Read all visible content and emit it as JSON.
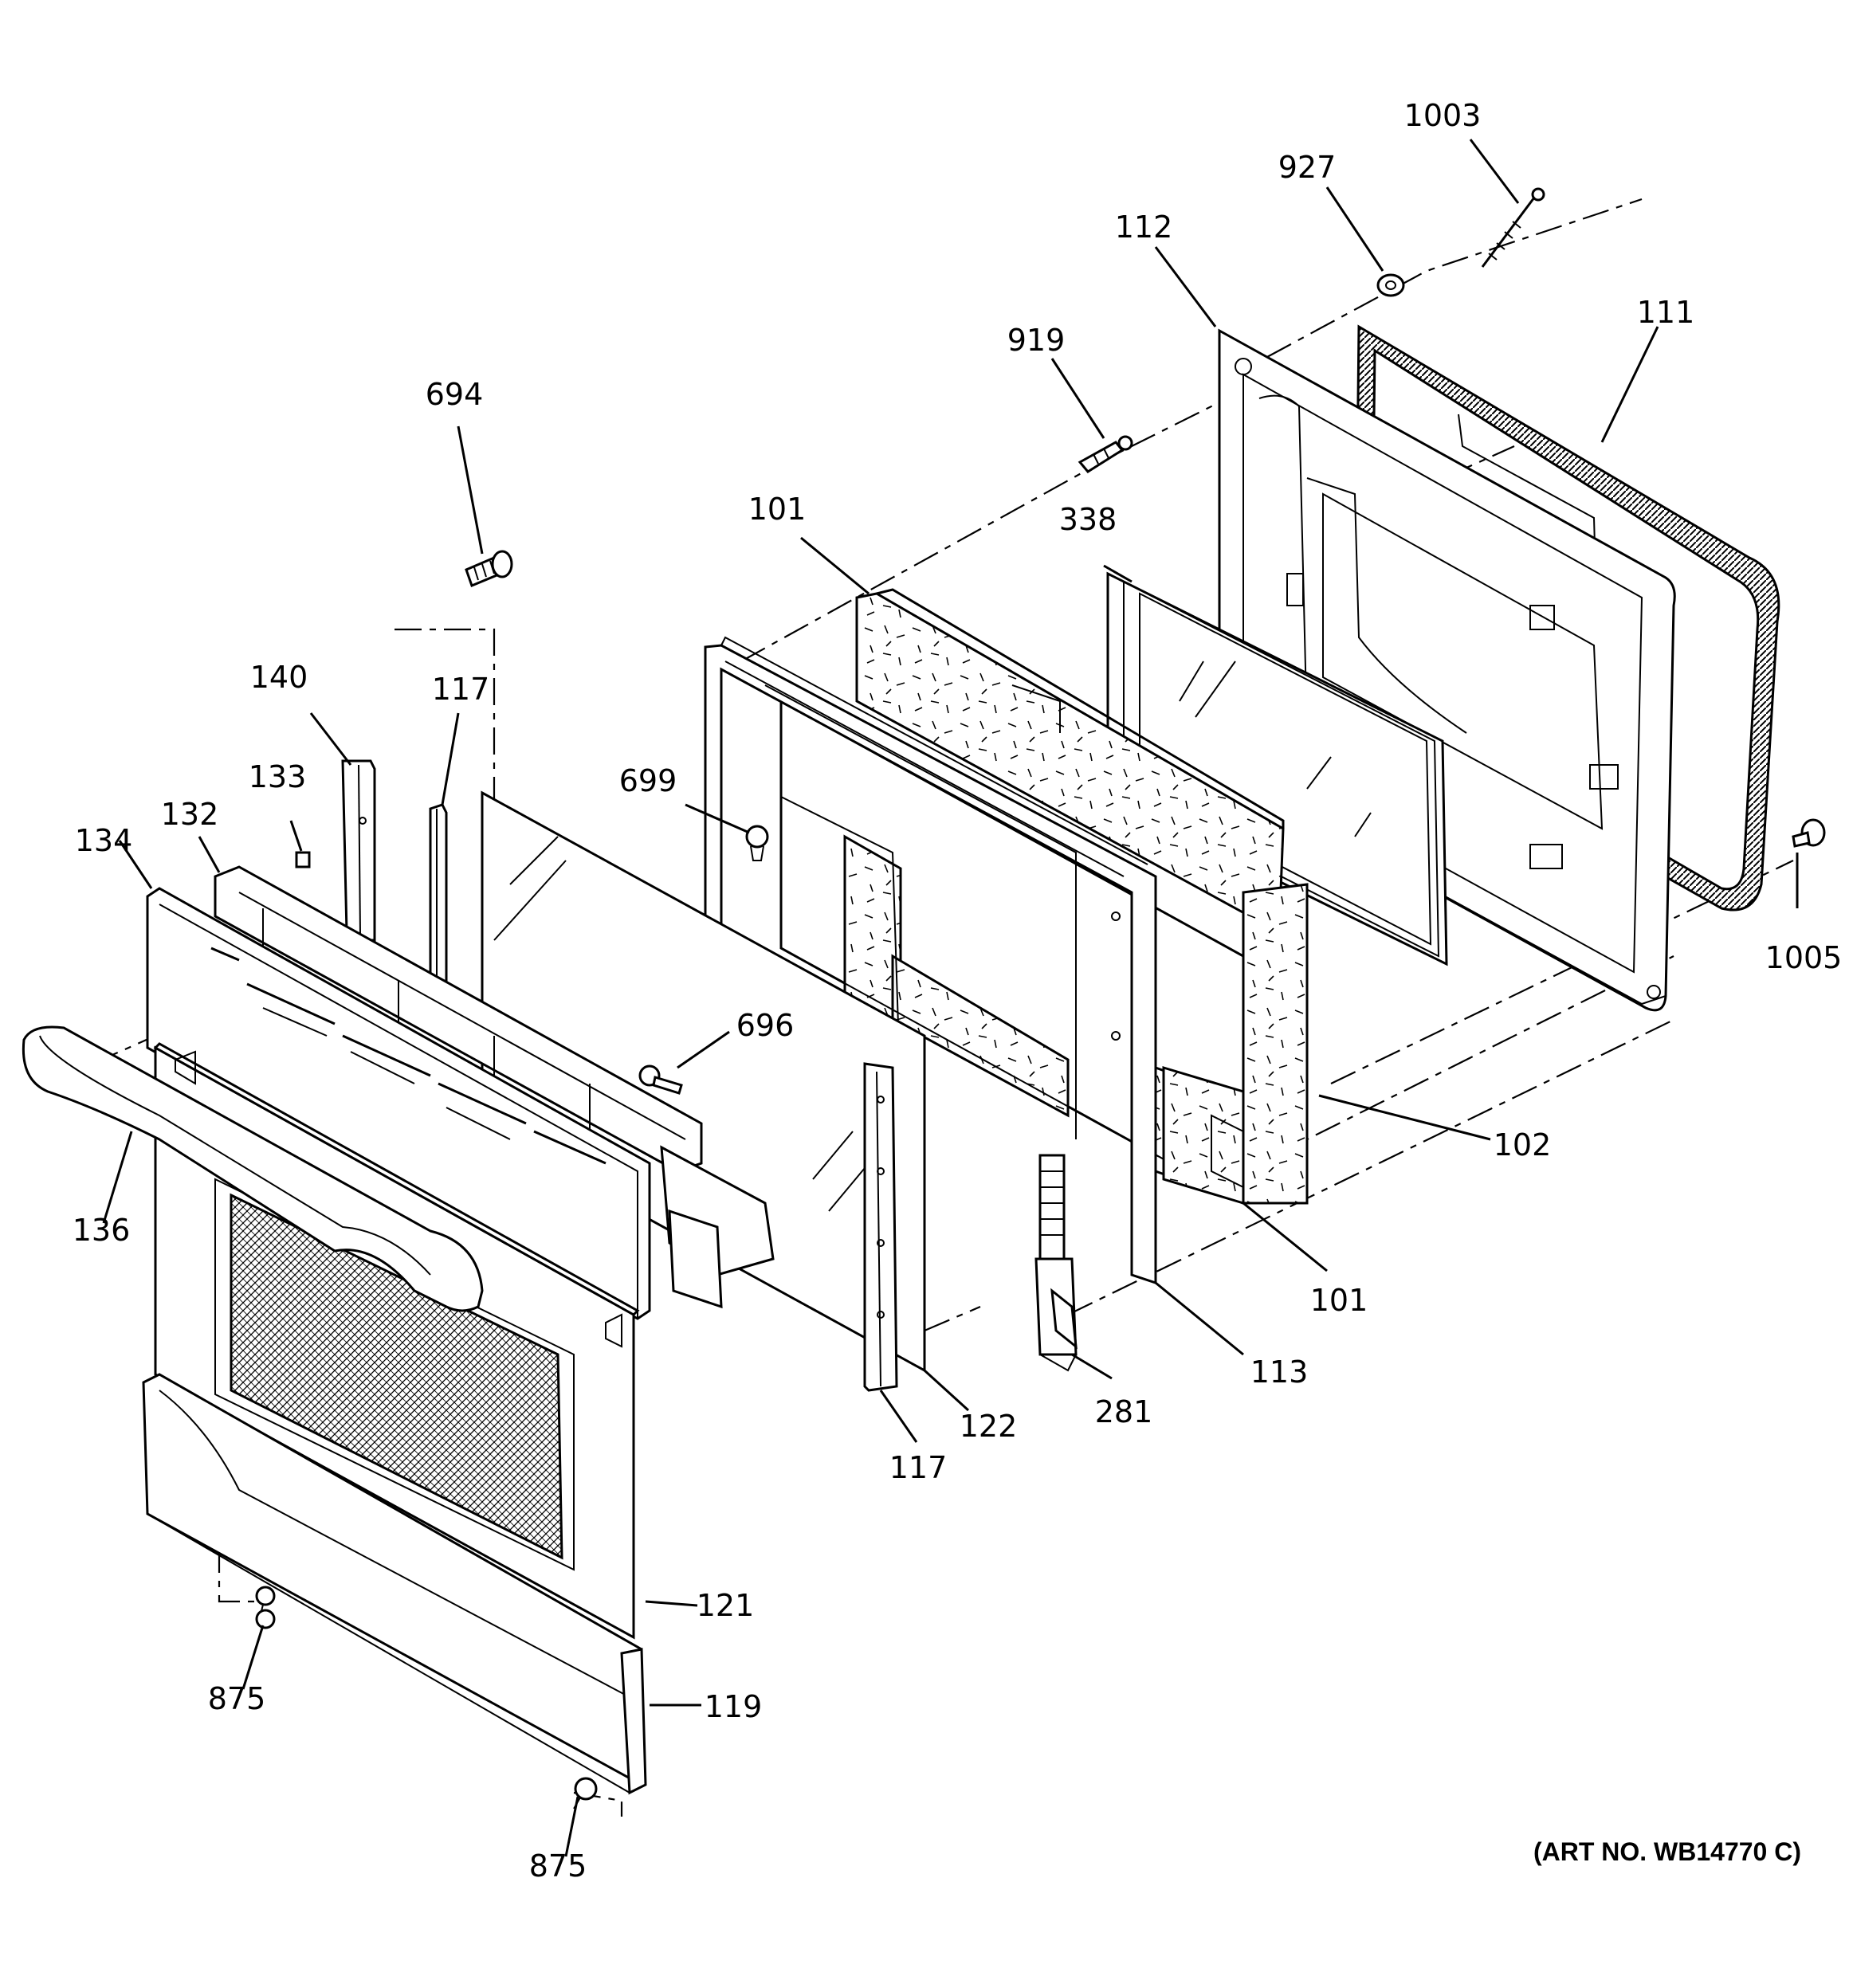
{
  "art_number": "(ART NO. WB14770 C)",
  "part_labels": {
    "p1003": "1003",
    "p927": "927",
    "p112": "112",
    "p111": "111",
    "p919": "919",
    "p694": "694",
    "p101_top": "101",
    "p338": "338",
    "p140": "140",
    "p117_top": "117",
    "p133": "133",
    "p132": "132",
    "p134": "134",
    "p699": "699",
    "p696": "696",
    "p1005": "1005",
    "p102": "102",
    "p136": "136",
    "p101_bottom": "101",
    "p113": "113",
    "p281": "281",
    "p122": "122",
    "p117_bottom": "117",
    "p121": "121",
    "p119": "119",
    "p875_top": "875",
    "p875_bottom": "875"
  }
}
